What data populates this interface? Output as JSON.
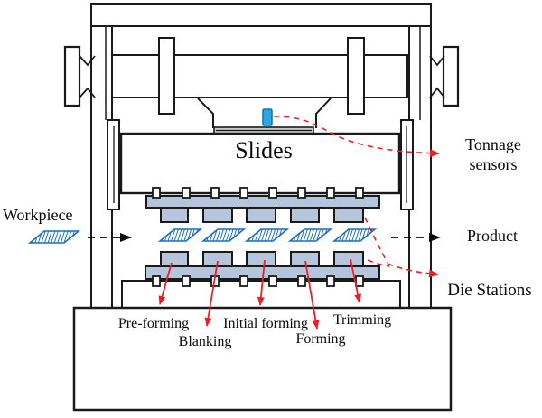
{
  "diagram": {
    "slides_label": "Slides",
    "workpiece_label": "Workpiece",
    "product_label": "Product",
    "tonnage_label": "Tonnage sensors",
    "die_stations_label": "Die Stations",
    "stations": {
      "pre_forming": "Pre-forming",
      "blanking": "Blanking",
      "initial_forming": "Initial forming",
      "forming": "Forming",
      "trimming": "Trimming"
    },
    "colors": {
      "line_black": "#1a1a1a",
      "die_fill": "#b5c6dc",
      "workpiece_blue": "#1b6fbf",
      "sensor_blue": "#29a9e1",
      "annotation_red": "#ee1d23"
    }
  }
}
